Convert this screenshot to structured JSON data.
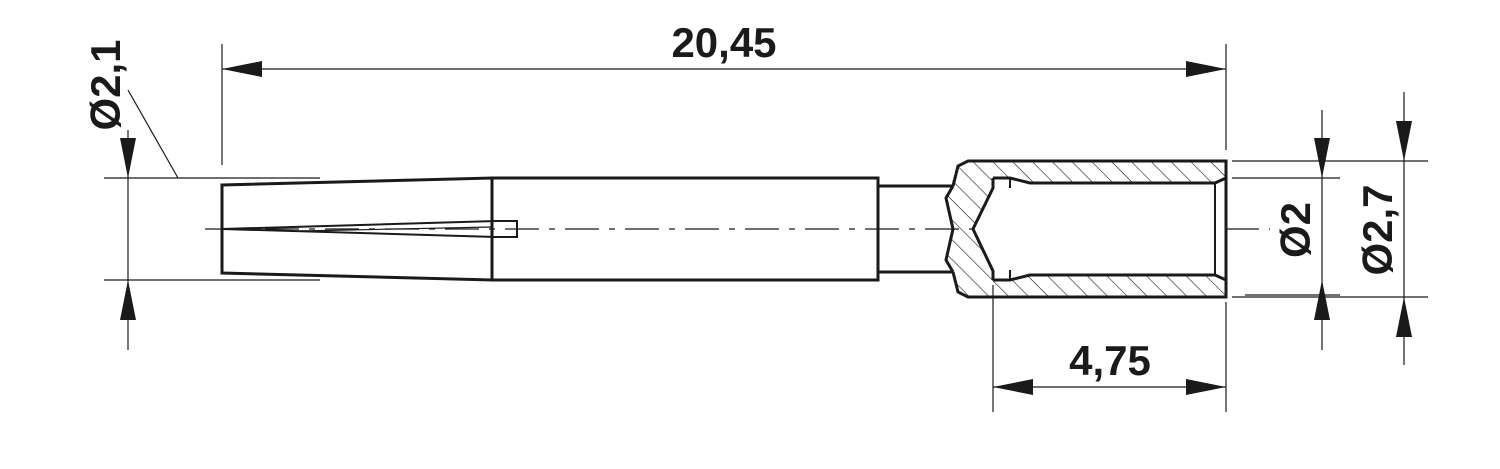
{
  "drawing": {
    "dimensions": {
      "overall_length": "20,45",
      "bore_depth": "4,75",
      "pin_diameter": "Ø2,1",
      "bore_diameter": "Ø2",
      "outer_diameter": "Ø2,7"
    },
    "colors": {
      "line": "#1a1a1a",
      "background": "#ffffff"
    }
  }
}
